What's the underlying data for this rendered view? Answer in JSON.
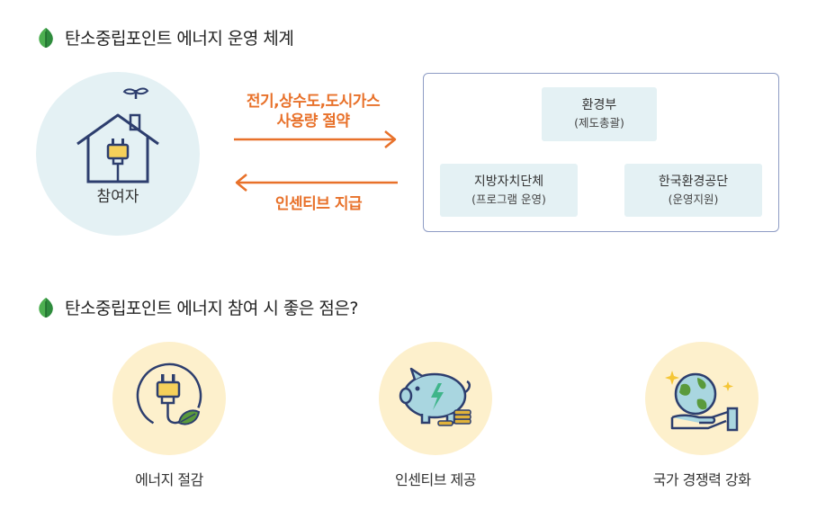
{
  "section1": {
    "title": "탄소중립포인트 에너지 운영 체계"
  },
  "participant": {
    "label": "참여자"
  },
  "arrows": {
    "top_line1": "전기,상수도,도시가스",
    "top_line2": "사용량 절약",
    "bottom": "인센티브 지급"
  },
  "organizations": {
    "ministry": {
      "name": "환경부",
      "role": "(제도총괄)"
    },
    "local": {
      "name": "지방자치단체",
      "role": "(프로그램 운영)"
    },
    "corp": {
      "name": "한국환경공단",
      "role": "(운영지원)"
    }
  },
  "section2": {
    "title": "탄소중립포인트 에너지 참여 시 좋은 점은?"
  },
  "benefits": [
    {
      "label": "에너지 절감",
      "icon": "plug-leaf-icon"
    },
    {
      "label": "인센티브 제공",
      "icon": "piggy-bank-icon"
    },
    {
      "label": "국가 경쟁력 강화",
      "icon": "globe-hand-icon"
    }
  ],
  "colors": {
    "accent_orange": "#e8712a",
    "leaf_green": "#4caf50",
    "light_blue": "#e4f1f4",
    "light_yellow": "#fdf0cc",
    "box_border": "#8e9cc4",
    "icon_navy": "#2d3e6e"
  }
}
